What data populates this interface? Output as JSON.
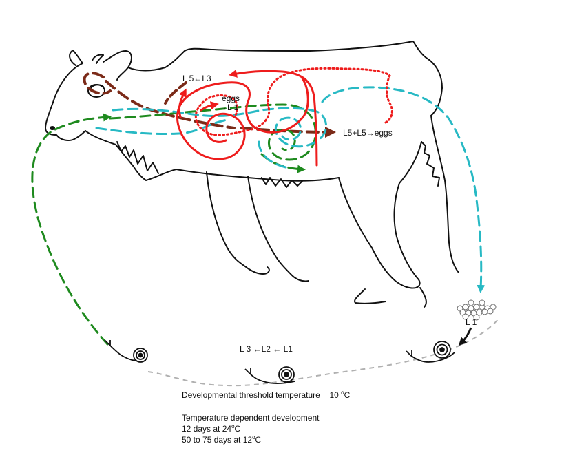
{
  "labels": {
    "l5_from_l3": "L 5←L3",
    "eggs": "eggs",
    "to_l1": "→L 1",
    "l5_eggs": "L5+L5→eggs",
    "l1": "L 1",
    "snail_stages": "L 3 ←L2 ← L1"
  },
  "info": {
    "threshold_prefix": "Developmental threshold temperature = 10 ",
    "threshold_sup": "o",
    "threshold_unit": "C",
    "heading": "Temperature dependent development",
    "line1_prefix": "12 days at 24",
    "line1_sup": "o",
    "line1_unit": "C",
    "line2_prefix": "50 to 75 days at 12",
    "line2_sup": "o",
    "line2_unit": "C"
  },
  "colors": {
    "red": "#ee1c1c",
    "brown": "#7b2a18",
    "green": "#1e8a1e",
    "cyan": "#27b9c4",
    "gray": "#b0b0b0",
    "black": "#111111"
  }
}
